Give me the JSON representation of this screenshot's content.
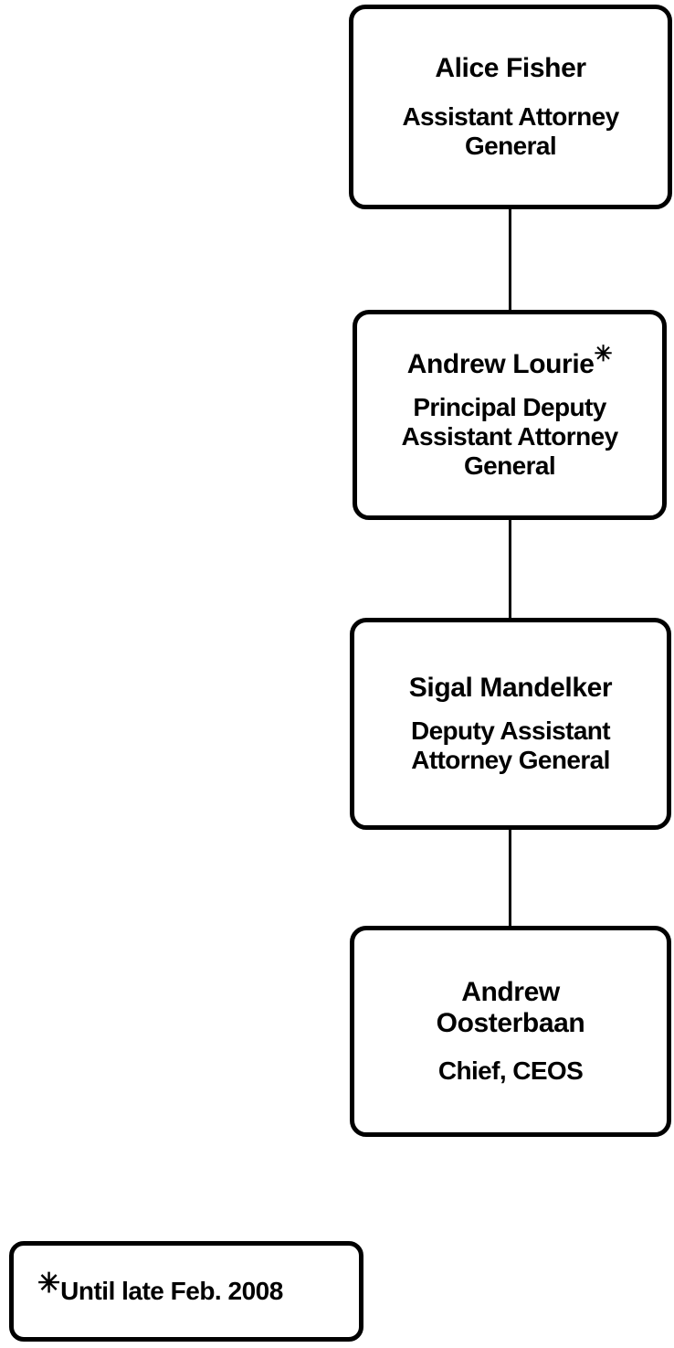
{
  "chart": {
    "type": "org-hierarchy",
    "title": "",
    "marker_glyph": "✳",
    "nodes": [
      {
        "id": "node-1",
        "name": "Alice Fisher",
        "title": "Assistant Attorney General",
        "marker": ""
      },
      {
        "id": "node-2",
        "name": "Andrew Lourie",
        "title": "Principal Deputy Assistant Attorney General",
        "marker": "✳"
      },
      {
        "id": "node-3",
        "name": "Sigal Mandelker",
        "title": "Deputy Assistant Attorney General",
        "marker": ""
      },
      {
        "id": "node-4",
        "name": "Andrew Oosterbaan",
        "title": "Chief, CEOS",
        "marker": ""
      }
    ]
  },
  "legend": {
    "marker": "✳",
    "text": "Until late Feb. 2008"
  },
  "colors": {
    "ink": "#000000",
    "paper": "#ffffff"
  }
}
